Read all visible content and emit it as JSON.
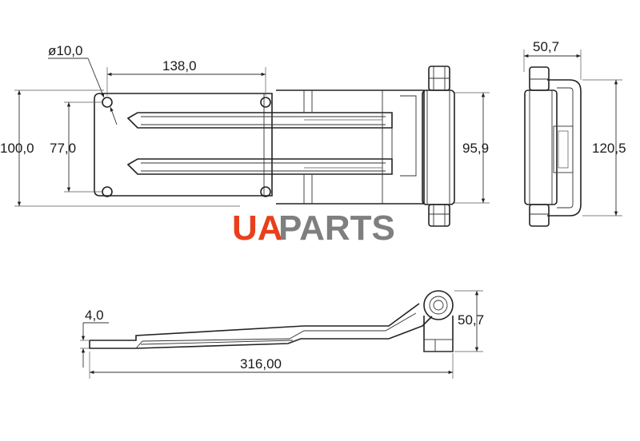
{
  "dimensions": {
    "hole_diameter": "ø10,0",
    "hole_spacing": "138,0",
    "overall_height": "100,0",
    "hole_vertical_spacing": "77,0",
    "knuckle_height": "95,9",
    "side_width": "50,7",
    "side_height": "120,5",
    "thickness": "4,0",
    "side_offset": "50,7",
    "overall_length": "316,00"
  },
  "brand": {
    "part1": "UA",
    "part2": "PARTS",
    "color1": "#e8401c",
    "color2": "#7f7f7f"
  }
}
